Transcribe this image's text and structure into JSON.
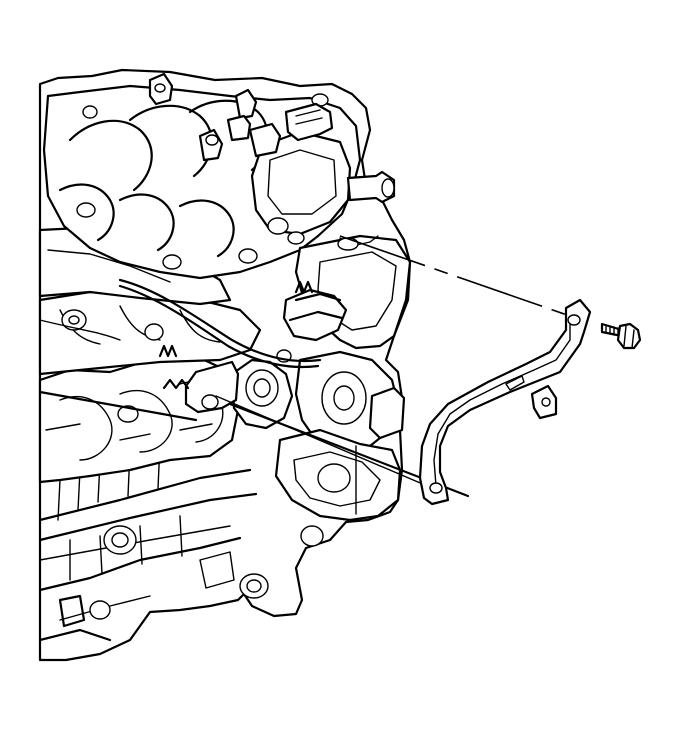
{
  "figure": {
    "background_color": "#ffffff",
    "line_color": "#000000",
    "parts": [
      "engine-block",
      "intake-manifold",
      "bracket",
      "bolt"
    ]
  }
}
